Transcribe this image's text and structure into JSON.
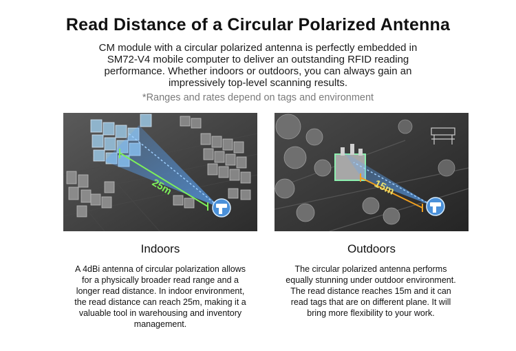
{
  "title": "Read Distance of a Circular Polarized Antenna",
  "intro": "CM module with a circular polarized antenna is perfectly embedded in SM72-V4 mobile computer to deliver an outstanding RFID reading performance. Whether indoors or outdoors, you can always gain an impressively top-level scanning results.",
  "note": "*Ranges and rates depend on tags and environment",
  "indoor": {
    "heading": "Indoors",
    "distance_label": "25m",
    "body": "A 4dBi antenna of circular polarization allows for a physically broader read range and a longer read distance. In indoor environment, the read distance can reach 25m, making it a valuable tool in warehousing and inventory management."
  },
  "outdoor": {
    "heading": "Outdoors",
    "distance_label": "15m",
    "body": "The circular polarized antenna performs equally stunning under outdoor environment. The read distance reaches 15m and it can read tags that are on different plane. It will bring more flexibility to your work."
  },
  "colors": {
    "indoor_measure": "#7ef05a",
    "outdoor_measure": "#f0a020",
    "beam": "#5aa8ff",
    "panel_bg": "#3a3a3a"
  }
}
